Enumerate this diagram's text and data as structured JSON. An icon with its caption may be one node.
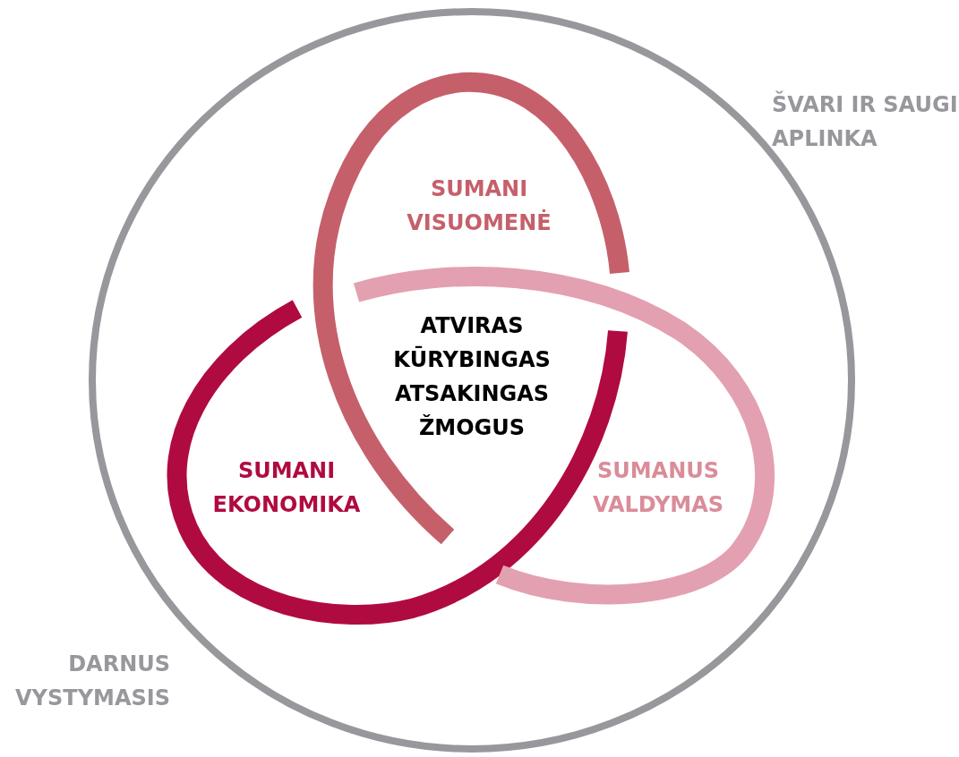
{
  "diagram": {
    "nodes": [
      {
        "text": [
          "ŠVARI IR SAUGI APLINKA",
          "DARNUS VYSTYMASIS"
        ]
      },
      {
        "text": [
          "SUMANI VISUOMENĖ"
        ],
        "in": 0
      },
      {
        "text": [
          "SUMANI EKONOMIKA"
        ],
        "in": 0
      },
      {
        "text": [
          "SUMANUS VALDYMAS"
        ],
        "in": 0
      }
    ],
    "labels": [
      "ATVIRAS KŪRYBINGAS ATSAKINGAS ŽMOGUS"
    ]
  }
}
